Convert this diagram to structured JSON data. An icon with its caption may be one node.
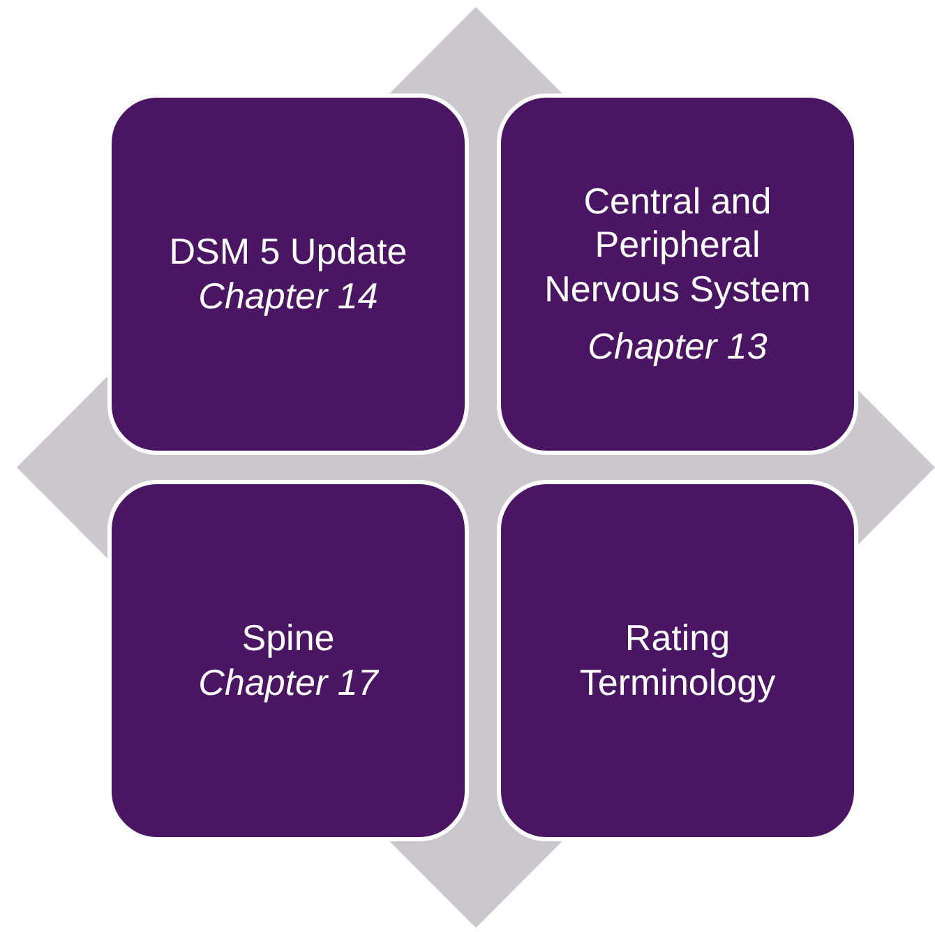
{
  "diagram": {
    "nodes": [
      {
        "text": [],
        "shape": "diamond"
      },
      {
        "text": [
          "DSM 5 Update",
          "Chapter 14"
        ],
        "in": 0
      },
      {
        "text": [
          "Central and Peripheral Nervous System",
          "Chapter 13"
        ],
        "in": 0
      },
      {
        "text": [
          "Spine",
          "Chapter 17"
        ],
        "in": 0
      },
      {
        "text": [
          "Rating Terminology"
        ],
        "in": 0
      }
    ]
  }
}
